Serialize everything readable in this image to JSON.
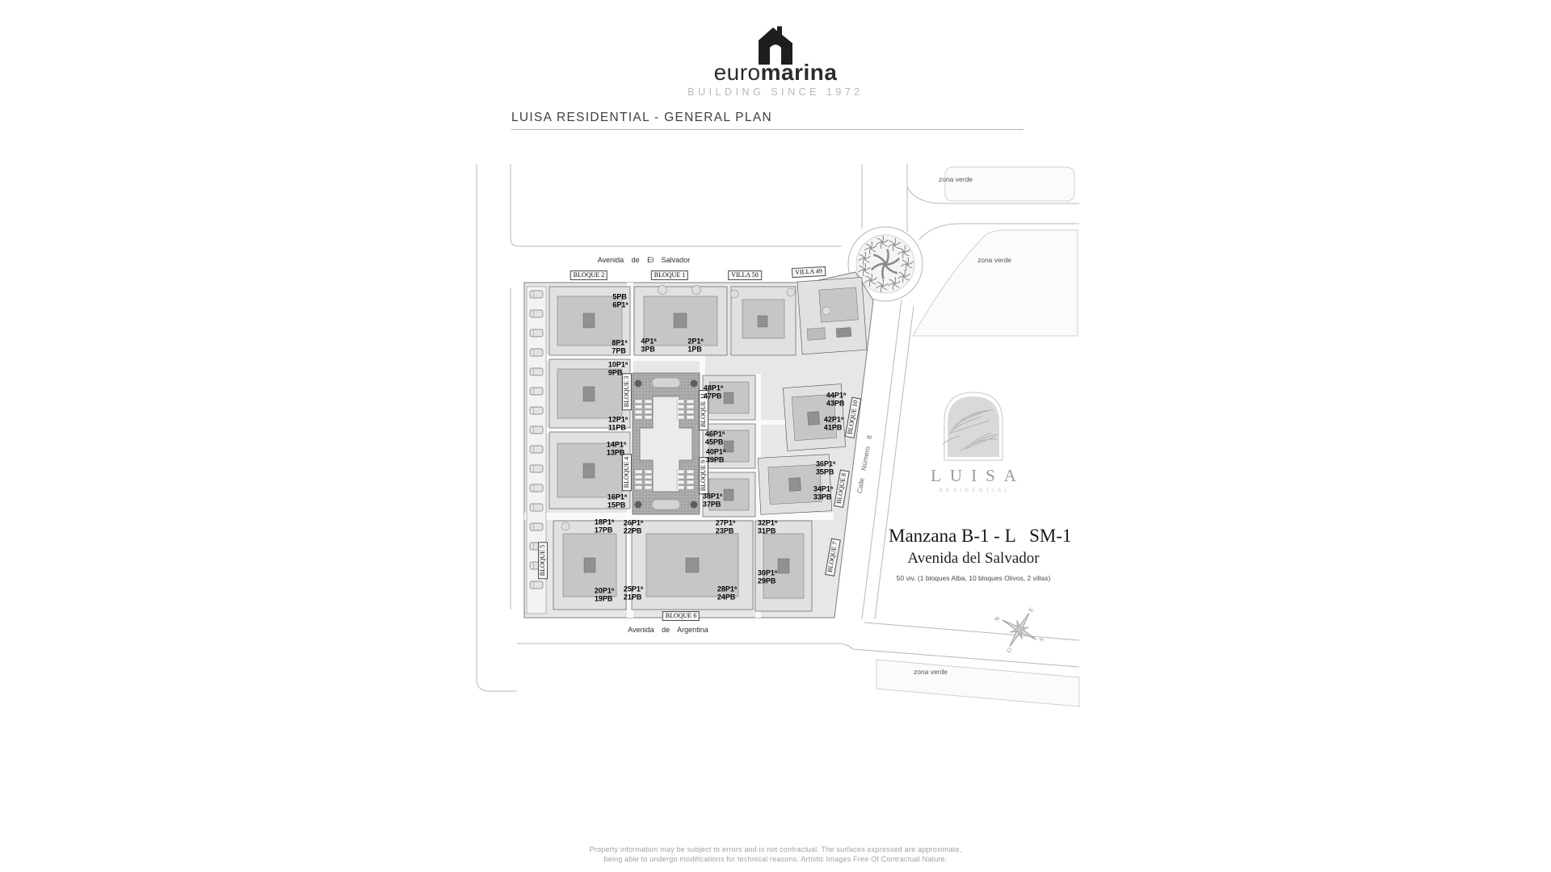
{
  "header": {
    "brand_euro": "euro",
    "brand_marina": "marina",
    "tagline": "BUILDING SINCE 1972"
  },
  "title": "LUISA RESIDENTIAL - GENERAL PLAN",
  "plan": {
    "streets": {
      "top": "Avenida de El Salvador",
      "bottom": "Avenida de Argentina",
      "right": "Calle Número 8"
    },
    "zona_verde": [
      "zona verde",
      "zona verde",
      "zona verde"
    ],
    "tags_top": [
      "BLOQUE 2",
      "BLOQUE 1",
      "VILLA 50",
      "VILLA 49"
    ],
    "tag_bottom": "BLOQUE 6",
    "tags_road": [
      "BLOQUE 10",
      "BLOQUE 8",
      "BLOQUE 7"
    ],
    "tags_inner": [
      "BLOQUE 3",
      "BLOQUE 4",
      "BLOQUE 11",
      "BLOQUE 9",
      "BLOQUE 5"
    ],
    "units": [
      {
        "l1": "5PB",
        "l2": "6P1ª"
      },
      {
        "l1": "8P1ª",
        "l2": "7PB"
      },
      {
        "l1": "4P1ª",
        "l2": "3PB"
      },
      {
        "l1": "2P1ª",
        "l2": "1PB"
      },
      {
        "l1": "10P1ª",
        "l2": "9PB"
      },
      {
        "l1": "12P1ª",
        "l2": "11PB"
      },
      {
        "l1": "14P1ª",
        "l2": "13PB"
      },
      {
        "l1": "16P1ª",
        "l2": "15PB"
      },
      {
        "l1": "18P1ª",
        "l2": "17PB"
      },
      {
        "l1": "20P1ª",
        "l2": "19PB"
      },
      {
        "l1": "26P1ª",
        "l2": "22PB"
      },
      {
        "l1": "25P1ª",
        "l2": "21PB"
      },
      {
        "l1": "27P1ª",
        "l2": "23PB"
      },
      {
        "l1": "28P1ª",
        "l2": "24PB"
      },
      {
        "l1": "32P1ª",
        "l2": "31PB"
      },
      {
        "l1": "30P1ª",
        "l2": "29PB"
      },
      {
        "l1": "34P1ª",
        "l2": "33PB"
      },
      {
        "l1": "36P1ª",
        "l2": "35PB"
      },
      {
        "l1": "38P1ª",
        "l2": "37PB"
      },
      {
        "l1": "40P1ª",
        "l2": "39PB"
      },
      {
        "l1": "46P1ª",
        "l2": "45PB"
      },
      {
        "l1": "48P1ª",
        "l2": "47PB"
      },
      {
        "l1": "42P1ª",
        "l2": "41PB"
      },
      {
        "l1": "44P1ª",
        "l2": "43PB"
      }
    ],
    "compass": {
      "n": "N",
      "e": "E",
      "s": "S",
      "o": "O"
    }
  },
  "sidebar": {
    "logo_title": "LUISA",
    "logo_subtitle": "RESIDENTIAL",
    "heading": "Manzana B-1 - L   SM-1",
    "subheading": "Avenida del Salvador",
    "details": "50 viv. (1 bloques Alba, 10 bloques Olivos, 2 villas)"
  },
  "footer": {
    "line1": "Property information may be subject to errors and is not contractual. The surfaces expressed are approximate,",
    "line2": "being able to undergo modifications for technical reasons. Artistic Images Free Of Contractual Nature."
  },
  "colors": {
    "ink": "#1f1f1f",
    "road_line": "#b8b8b8",
    "block_fill": "#e7e7e7"
  }
}
